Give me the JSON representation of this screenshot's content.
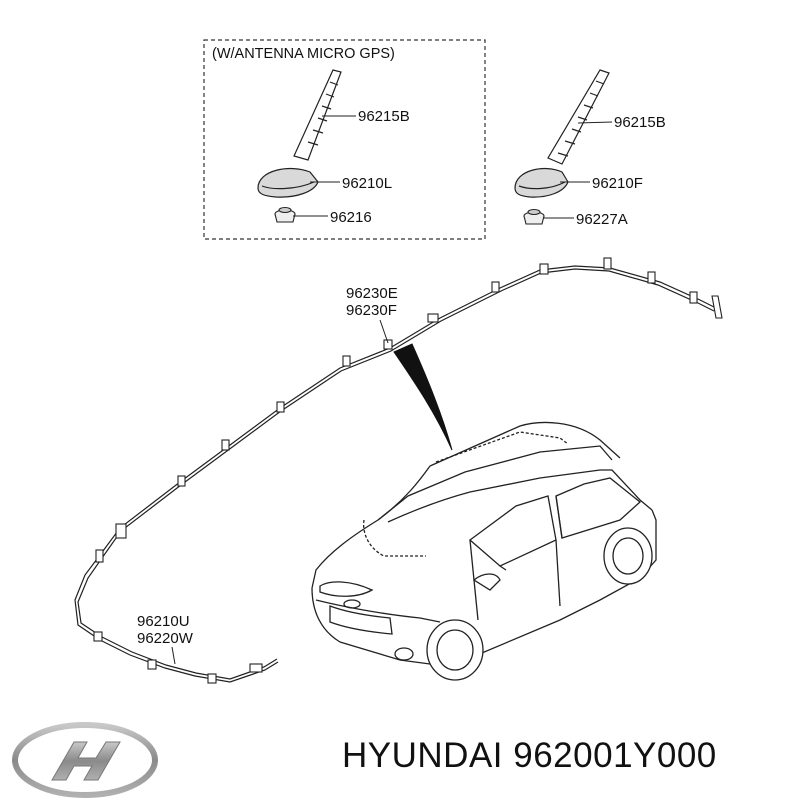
{
  "diagram": {
    "box_title": "(W/ANTENNA MICRO GPS)",
    "labels": {
      "left_pole": "96215B",
      "left_base": "96210L",
      "left_pad": "96216",
      "right_pole": "96215B",
      "right_base": "96210F",
      "right_pad": "96227A",
      "cable_main_1": "96230E",
      "cable_main_2": "96230F",
      "cable_front_1": "96210U",
      "cable_front_2": "96220W"
    }
  },
  "footer": {
    "brand_text": "HYUNDAI 962001Y000",
    "logo_icon": "hyundai-logo-icon"
  },
  "colors": {
    "line": "#222222",
    "text": "#111111",
    "logo": "#8a8a8a"
  }
}
